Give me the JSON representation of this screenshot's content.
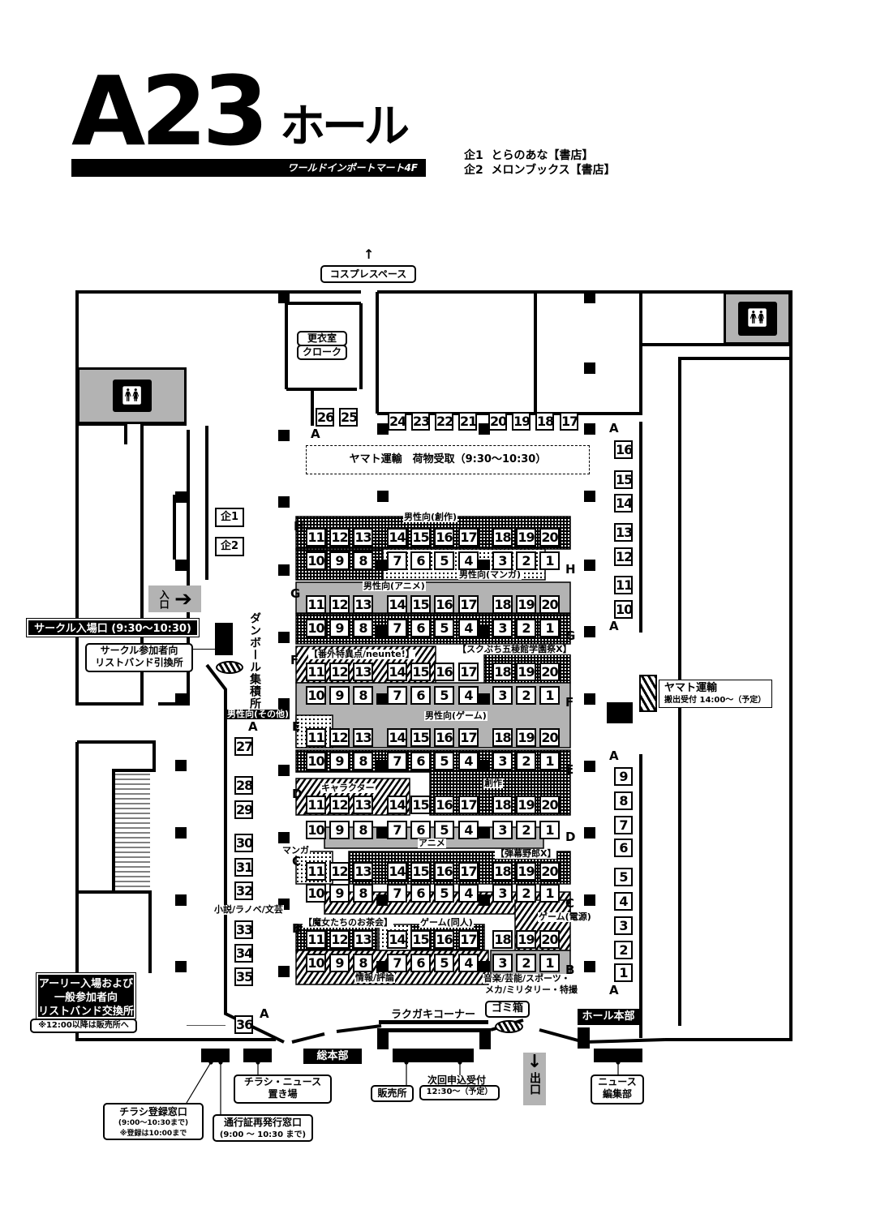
{
  "header": {
    "hall_code": "A23",
    "hall_suffix": "ホール",
    "building": "ワールドインポートマート4F",
    "legend": [
      {
        "key": "企1",
        "label": "とらのあな【書店】"
      },
      {
        "key": "企2",
        "label": "メロンブックス【書店】"
      }
    ]
  },
  "facilities": {
    "cosplay": "コスプレスペース",
    "changing_room": "更衣室",
    "cloak": "クローク",
    "yamato_receive": "ヤマト運輸　荷物受取（9:30〜10:30）",
    "kiga1": "企1",
    "kiga2": "企2",
    "entrance": "入口",
    "circle_entrance": "サークル入場口 (9:30〜10:30)",
    "wristband_circle": [
      "サークル参加者向",
      "リストバンド引換所"
    ],
    "cardboard": "ダンボール集積所",
    "yamato_ship": [
      "ヤマト運輸",
      "搬出受付 14:00〜（予定）"
    ],
    "early_entry": [
      "アーリー入場および",
      "一般参加者向",
      "リストバンド交換所"
    ],
    "early_note": "※12:00以降は販売所へ",
    "rakugaki": "ラクガキコーナー",
    "trash": "ゴミ箱",
    "hall_hq": "ホール本部",
    "general_hq": "総本部",
    "exit": "出口",
    "flyer_news": [
      "チラシ・ニュース",
      "置き場"
    ],
    "sales": "販売所",
    "next_app": "次回申込受付",
    "next_app_time": "12:30〜（予定）",
    "news_dept": [
      "ニュース",
      "編集部"
    ],
    "flyer_reg": [
      "チラシ登録窓口",
      "(9:00〜10:30まで)",
      "※登録は10:00まで"
    ],
    "pass_reissue": [
      "通行証再発行窓口",
      "(9:00 〜 10:30 まで)"
    ],
    "wall_letter": "A"
  },
  "islands": [
    {
      "letter": "H",
      "upper": [
        11,
        12,
        13,
        14,
        15,
        16,
        17,
        18,
        19,
        20
      ],
      "lower": [
        10,
        9,
        8,
        7,
        6,
        5,
        4,
        3,
        2,
        1
      ]
    },
    {
      "letter": "G",
      "upper": [
        11,
        12,
        13,
        14,
        15,
        16,
        17,
        18,
        19,
        20
      ],
      "lower": [
        10,
        9,
        8,
        7,
        6,
        5,
        4,
        3,
        2,
        1
      ]
    },
    {
      "letter": "F",
      "upper": [
        11,
        12,
        13,
        14,
        15,
        16,
        17,
        18,
        19,
        20
      ],
      "lower": [
        10,
        9,
        8,
        7,
        6,
        5,
        4,
        3,
        2,
        1
      ]
    },
    {
      "letter": "E",
      "upper": [
        11,
        12,
        13,
        14,
        15,
        16,
        17,
        18,
        19,
        20
      ],
      "lower": [
        10,
        9,
        8,
        7,
        6,
        5,
        4,
        3,
        2,
        1
      ]
    },
    {
      "letter": "D",
      "upper": [
        11,
        12,
        13,
        14,
        15,
        16,
        17,
        18,
        19,
        20
      ],
      "lower": [
        10,
        9,
        8,
        7,
        6,
        5,
        4,
        3,
        2,
        1
      ]
    },
    {
      "letter": "C",
      "upper": [
        11,
        12,
        13,
        14,
        15,
        16,
        17,
        18,
        19,
        20
      ],
      "lower": [
        10,
        9,
        8,
        7,
        6,
        5,
        4,
        3,
        2,
        1
      ]
    },
    {
      "letter": "B",
      "upper": [
        11,
        12,
        13,
        14,
        15,
        16,
        17,
        18,
        19,
        20
      ],
      "lower": [
        10,
        9,
        8,
        7,
        6,
        5,
        4,
        3,
        2,
        1
      ]
    }
  ],
  "wall_booths": {
    "top": [
      26,
      25,
      24,
      23,
      22,
      21,
      20,
      19,
      18,
      17
    ],
    "right": [
      16,
      15,
      14,
      13,
      12,
      11,
      10,
      9,
      8,
      7,
      6,
      5,
      4,
      3,
      2,
      1
    ],
    "left": [
      27,
      28,
      29,
      30,
      31,
      32,
      33,
      34,
      35,
      36
    ]
  },
  "genres": [
    "男性向(創作)",
    "男性向(マンガ)",
    "男性向(アニメ)",
    "【スクぷち五稜館学園祭X】",
    "【番外特異点/neunte!】",
    "男性向(ゲーム)",
    "男性向(その他)",
    "創作",
    "キャラクター",
    "アニメ",
    "マンガ",
    "【弾幕野郎X】",
    "ゲーム(電源)",
    "小説/ラノベ/文芸",
    "【魔女たちのお茶会】",
    "ゲーム(同人)",
    "情報/評論",
    "音楽/芸能/スポーツ・",
    "メカ/ミリタリー・特撮"
  ],
  "colors": {
    "gray": "#b3b3b3",
    "black": "#000000"
  }
}
